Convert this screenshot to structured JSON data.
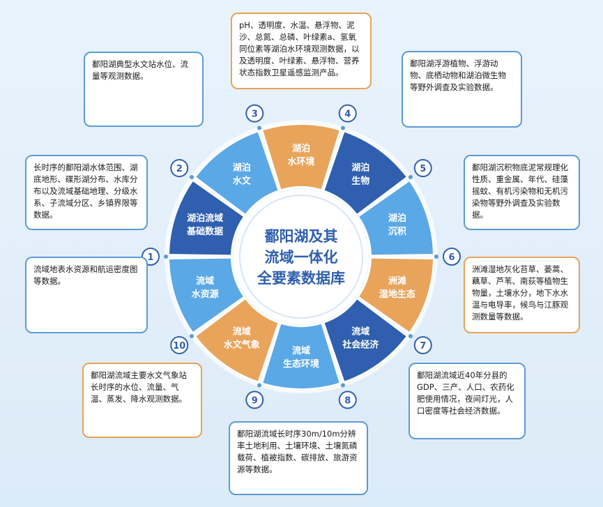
{
  "center_title": [
    "鄱阳湖及其",
    "流域一体化",
    "全要素数据库"
  ],
  "colors": {
    "dark_blue": "#2f5fae",
    "light_blue": "#5ba8e6",
    "orange": "#e9a45c",
    "badge": "#2f5fae",
    "box_blue_border": "#5b9bd5",
    "box_orange_border": "#e8a15a"
  },
  "segments": [
    {
      "num": "1",
      "line1": "湖泊流域",
      "line2": "基础数据",
      "color": "dark"
    },
    {
      "num": "2",
      "line1": "湖泊",
      "line2": "水文",
      "color": "light"
    },
    {
      "num": "3",
      "line1": "湖泊",
      "line2": "水环境",
      "color": "orange"
    },
    {
      "num": "4",
      "line1": "湖泊",
      "line2": "生物",
      "color": "dark"
    },
    {
      "num": "5",
      "line1": "湖泊",
      "line2": "沉积",
      "color": "light"
    },
    {
      "num": "6",
      "line1": "洲滩",
      "line2": "湿地生态",
      "color": "orange"
    },
    {
      "num": "7",
      "line1": "流域",
      "line2": "社会经济",
      "color": "dark"
    },
    {
      "num": "8",
      "line1": "流域",
      "line2": "生态环境",
      "color": "light"
    },
    {
      "num": "9",
      "line1": "流域",
      "line2": "水文气象",
      "color": "orange"
    },
    {
      "num": "10",
      "line1": "流域",
      "line2": "水资源",
      "color": "light"
    }
  ],
  "boxes": [
    {
      "num": "1",
      "text": "长时序的鄱阳湖水体范围、湖底地形、碟形湖分布、水库分布以及流域基础地理、分级水系、子流域分区、乡镇界限等数据。",
      "style": "blue"
    },
    {
      "num": "2",
      "text": "鄱阳湖典型水文站水位、流量等观测数据。",
      "style": "blue"
    },
    {
      "num": "3",
      "text": "pH、透明度、水温、悬浮物、泥沙、总氮、总磷、叶绿素a、氢氧同位素等湖泊水环境观测数据，以及透明度、叶绿素、悬浮物、营养状态指数卫星遥感监测产品。",
      "style": "orange"
    },
    {
      "num": "4",
      "text": "鄱阳湖浮游植物、浮游动物、底栖动物和湖泊微生物等野外调查及实验数据。",
      "style": "blue"
    },
    {
      "num": "5",
      "text": "鄱阳湖沉积物底泥常规理化性质、重金属、年代、硅藻摇蚊、有机污染物和无机污染物等野外调查及实验数据。",
      "style": "blue"
    },
    {
      "num": "6",
      "text": "洲滩湿地灰化苔草、蒌蒿、藕草、芦苇、南荻等植物生物量，土壤水分，地下水水温与电导率，候鸟与江豚观测数量等数据。",
      "style": "orange"
    },
    {
      "num": "7",
      "text": "鄱阳湖流域近40年分县的GDP、三产、人口、农药化肥使用情况，夜间灯光，人口密度等社会经济数据。",
      "style": "blue"
    },
    {
      "num": "8",
      "text": "鄱阳湖流域长时序30m/10m分辨率土地利用、土壤环境、土壤氮磷载荷、植被指数、碳排放、旅游资源等数据。",
      "style": "blue"
    },
    {
      "num": "9",
      "text": "鄱阳湖流域主要水文气象站长时序的水位、流量、气温、蒸发、降水观测数据。",
      "style": "orange"
    },
    {
      "num": "10",
      "text": "流域地表水资源和航运密度图等数据。",
      "style": "blue"
    }
  ]
}
